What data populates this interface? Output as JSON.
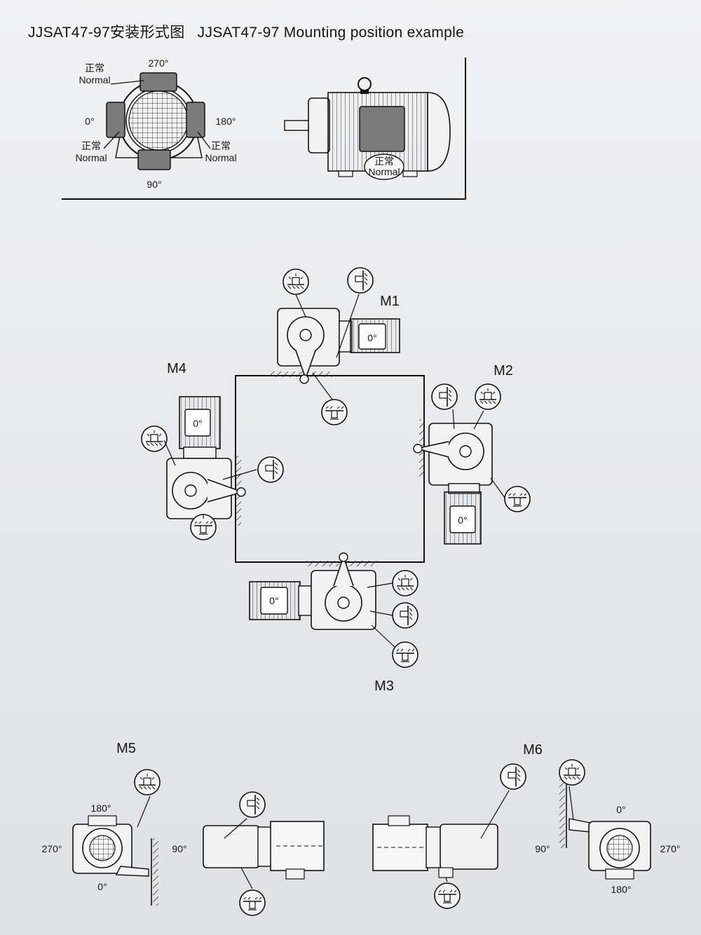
{
  "title": {
    "chinese": "JJSAT47-97安装形式图",
    "english": "JJSAT47-97 Mounting position example"
  },
  "legend": {
    "normal_cn": "正常",
    "normal_en": "Normal",
    "angles": [
      "270°",
      "180°",
      "0°",
      "90°"
    ]
  },
  "positions": [
    "M1",
    "M2",
    "M3",
    "M4",
    "M5",
    "M6"
  ],
  "motor_angle": "0°",
  "m5_angles": {
    "top": "180°",
    "left": "270°",
    "right": "90°",
    "bottom": "0°"
  },
  "m6_angles": {
    "top": "0°",
    "left": "90°",
    "right": "270°",
    "bottom": "180°"
  }
}
